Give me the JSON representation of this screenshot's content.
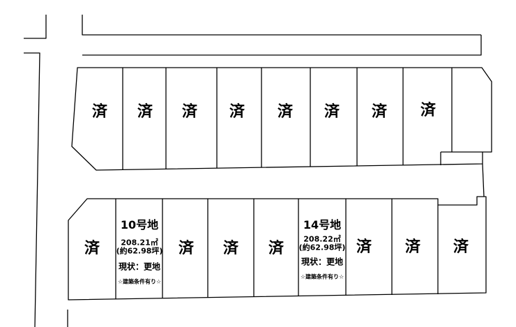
{
  "sold_mark": "済",
  "lots": {
    "lot10": {
      "number": "10号地",
      "area_m2": "208.21㎡",
      "area_tsubo": "(約62.98坪)",
      "status": "現状：更地",
      "note": "☆建築条件有り☆"
    },
    "lot14": {
      "number": "14号地",
      "area_m2": "208.22㎡",
      "area_tsubo": "(約62.98坪)",
      "status": "現状：更地",
      "note": "☆建築条件有り☆"
    }
  },
  "colors": {
    "line": "#000000",
    "background": "#ffffff"
  }
}
